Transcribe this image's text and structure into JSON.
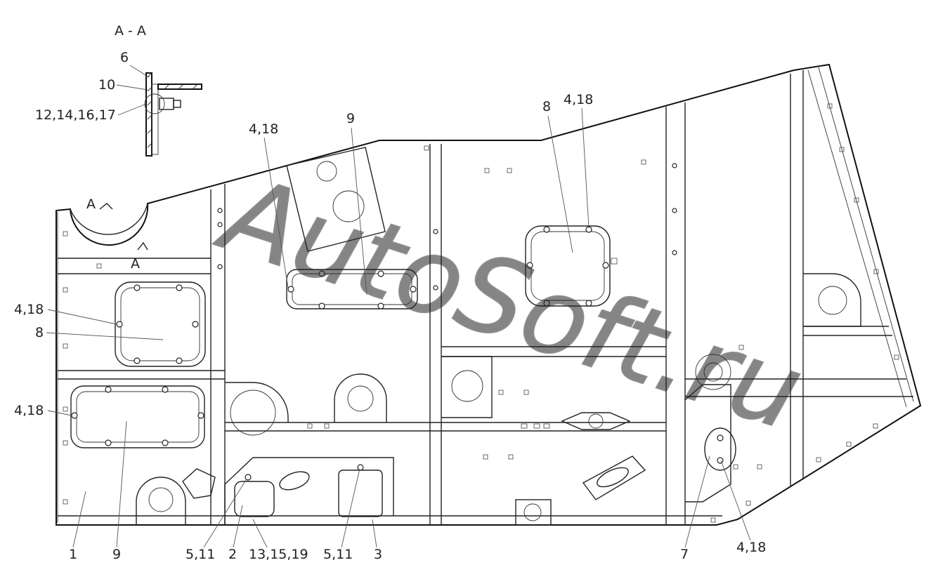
{
  "section": {
    "title": "A - A",
    "cut_mark": "A"
  },
  "watermark": "AutoSoft.ru",
  "callouts": {
    "sec_6": "6",
    "sec_10": "10",
    "sec_12": "12,14,16,17",
    "top_4_18_left": "4,18",
    "top_9": "9",
    "top_8": "8",
    "top_4_18_right": "4,18",
    "left_4_18_upper": "4,18",
    "left_8": "8",
    "left_4_18_lower": "4,18",
    "bot_1": "1",
    "bot_9": "9",
    "bot_5_11_left": "5,11",
    "bot_2": "2",
    "bot_13_15_19": "13,15,19",
    "bot_5_11_right": "5,11",
    "bot_3": "3",
    "bot_7": "7",
    "bot_4_18": "4,18"
  }
}
